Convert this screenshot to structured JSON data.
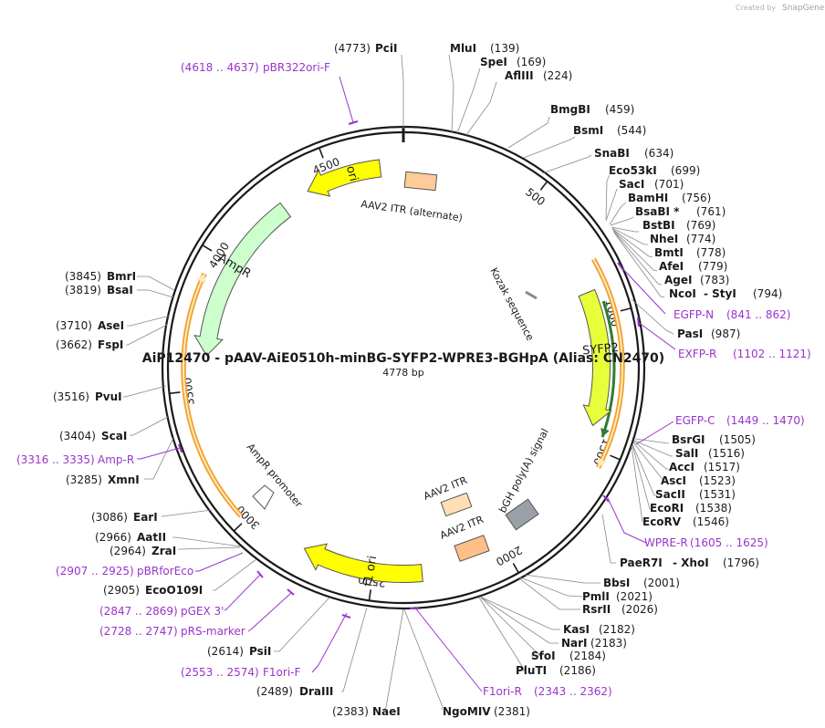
{
  "credit": {
    "prefix": "Created by",
    "brand": "SnapGene"
  },
  "plasmid": {
    "name": "AiP12470 - pAAV-AiE0510h-minBG-SYFP2-WPRE3-BGHpA (Alias: CN2470)",
    "size_label": "4778 bp",
    "length": 4778
  },
  "ticks": [
    "500",
    "1000",
    "1500",
    "2000",
    "2500",
    "3000",
    "3500",
    "4000",
    "4500"
  ],
  "features": [
    {
      "label": "ori",
      "color": "#ffff00",
      "start": 4690,
      "end": 4400,
      "radius": 220,
      "width": 19
    },
    {
      "label": "AmpR",
      "color": "#ccffcc",
      "start": 4290,
      "end": 3630,
      "radius": 216,
      "width": 19
    },
    {
      "label": "f1 ori",
      "color": "#ffff00",
      "start": 2320,
      "end": 2770,
      "radius": 226,
      "width": 19
    },
    {
      "label": "SYFP2",
      "color": "#e6ff3a",
      "start": 900,
      "end": 1420,
      "radius": 217,
      "width": 19
    }
  ],
  "boxes": [
    {
      "label": "AAV2 ITR (alternate)",
      "color": "#ffcc99"
    },
    {
      "label": "AAV2 ITR",
      "color": "#ffdfb3"
    },
    {
      "label": "AAV2 ITR",
      "color": "#ffbf88"
    },
    {
      "label": "bGH poly(A) signal",
      "color": "#9aa0a8"
    }
  ],
  "small_labels": {
    "kozak": "Kozak sequence",
    "ampr_promoter": "AmpR promoter"
  },
  "enzymes": [
    {
      "name": "PciI",
      "pos": "(4773)"
    },
    {
      "name": "MluI",
      "pos": "(139)"
    },
    {
      "name": "SpeI",
      "pos": "(169)"
    },
    {
      "name": "AflIII",
      "pos": "(224)"
    },
    {
      "name": "BmgBI",
      "pos": "(459)"
    },
    {
      "name": "BsmI",
      "pos": "(544)"
    },
    {
      "name": "SnaBI",
      "pos": "(634)"
    },
    {
      "name": "Eco53kI",
      "pos": "(699)"
    },
    {
      "name": "SacI",
      "pos": "(701)"
    },
    {
      "name": "BamHI",
      "pos": "(756)"
    },
    {
      "name": "BsaBI *",
      "pos": "(761)"
    },
    {
      "name": "BstBI",
      "pos": "(769)"
    },
    {
      "name": "NheI",
      "pos": "(774)"
    },
    {
      "name": "BmtI",
      "pos": "(778)"
    },
    {
      "name": "AfeI",
      "pos": "(779)"
    },
    {
      "name": "AgeI",
      "pos": "(783)"
    },
    {
      "name": "NcoI",
      "pos": "- StyI"
    },
    {
      "name": "PasI",
      "pos": "(987)"
    },
    {
      "name": "BsrGI",
      "pos": "(1505)"
    },
    {
      "name": "SalI",
      "pos": "(1516)"
    },
    {
      "name": "AccI",
      "pos": "(1517)"
    },
    {
      "name": "AscI",
      "pos": "(1523)"
    },
    {
      "name": "SacII",
      "pos": "(1531)"
    },
    {
      "name": "EcoRI",
      "pos": "(1538)"
    },
    {
      "name": "EcoRV",
      "pos": "(1546)"
    },
    {
      "name": "PaeR7I",
      "pos": "- XhoI"
    },
    {
      "name": "BbsI",
      "pos": "(2001)"
    },
    {
      "name": "PmlI",
      "pos": "(2021)"
    },
    {
      "name": "RsrII",
      "pos": "(2026)"
    },
    {
      "name": "KasI",
      "pos": "(2182)"
    },
    {
      "name": "NarI",
      "pos": "(2183)"
    },
    {
      "name": "SfoI",
      "pos": "(2184)"
    },
    {
      "name": "PluTI",
      "pos": "(2186)"
    },
    {
      "name": "NgoMIV",
      "pos": "(2381)"
    },
    {
      "name": "NaeI",
      "pos": "(2383)"
    },
    {
      "name": "DraIII",
      "pos": "(2489)"
    },
    {
      "name": "PsiI",
      "pos": "(2614)"
    },
    {
      "name": "EcoO109I",
      "pos": "(2905)"
    },
    {
      "name": "ZraI",
      "pos": "(2964)"
    },
    {
      "name": "AatII",
      "pos": "(2966)"
    },
    {
      "name": "EarI",
      "pos": "(3086)"
    },
    {
      "name": "XmnI",
      "pos": "(3285)"
    },
    {
      "name": "ScaI",
      "pos": "(3404)"
    },
    {
      "name": "PvuI",
      "pos": "(3516)"
    },
    {
      "name": "FspI",
      "pos": "(3662)"
    },
    {
      "name": "AseI",
      "pos": "(3710)"
    },
    {
      "name": "BsaI",
      "pos": "(3819)"
    },
    {
      "name": "BmrI",
      "pos": "(3845)"
    }
  ],
  "extra_text": {
    "nco_sty_pos": "(794)",
    "paer_xho_pos": "(1796)"
  },
  "primers": [
    {
      "name": "pBR322ori-F",
      "range": "(4618 .. 4637)"
    },
    {
      "name": "EGFP-N",
      "range": "(841 .. 862)"
    },
    {
      "name": "EXFP-R",
      "range": "(1102 .. 1121)"
    },
    {
      "name": "EGFP-C",
      "range": "(1449 .. 1470)"
    },
    {
      "name": "WPRE-R",
      "range": "(1605 .. 1625)"
    },
    {
      "name": "F1ori-R",
      "range": "(2343 .. 2362)"
    },
    {
      "name": "F1ori-F",
      "range": "(2553 .. 2574)"
    },
    {
      "name": "pRS-marker",
      "range": "(2728 .. 2747)"
    },
    {
      "name": "pGEX 3'",
      "range": "(2847 .. 2869)"
    },
    {
      "name": "pBRforEco",
      "range": "(2907 .. 2925)"
    },
    {
      "name": "Amp-R",
      "range": "(3316 .. 3335)"
    }
  ],
  "colors": {
    "primer": "#9933cc",
    "backbone": "#1a1a1a",
    "orange_arc": "#f0a030",
    "green_arc": "#2e7d32"
  }
}
